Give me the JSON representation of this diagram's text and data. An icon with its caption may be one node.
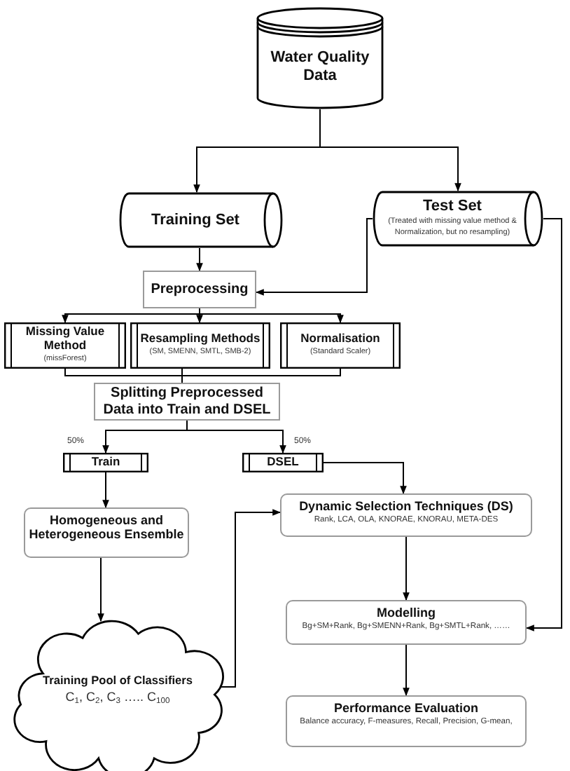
{
  "diagram": {
    "nodes": [
      {
        "text": [
          "Water Quality Data"
        ]
      },
      {
        "text": [
          "Training Set"
        ]
      },
      {
        "text": [
          "Test Set",
          "(Treated with missing value method & Normalization, but no resampling)"
        ]
      },
      {
        "text": [
          "Preprocessing"
        ]
      },
      {
        "text": [
          "Missing Value Method",
          "(missForest)"
        ]
      },
      {
        "text": [
          "Resampling Methods",
          "(SM, SMENN, SMTL, SMB-2)"
        ]
      },
      {
        "text": [
          "Normalisation",
          "(Standard Scaler)"
        ]
      },
      {
        "text": [
          "Splitting Preprocessed Data into Train and DSEL"
        ]
      },
      {
        "text": [
          "Train"
        ]
      },
      {
        "text": [
          "DSEL"
        ]
      },
      {
        "text": [
          "Homogeneous and Heterogeneous Ensemble"
        ]
      },
      {
        "text": [
          "Dynamic Selection Techniques (DS)",
          "Rank, LCA, OLA, KNORAE, KNORAU, META-DES"
        ]
      },
      {
        "text": [
          "Modelling",
          "Bg+SM+Rank, Bg+SMENN+Rank, Bg+SMTL+Rank, ……"
        ]
      },
      {
        "text": [
          "Performance Evaluation",
          "Balance accuracy, F-measures, Recall, Precision, G-mean,"
        ]
      },
      {
        "text": [
          "Training Pool of Classifiers",
          "C$_{1}$, C$_{2}$, C$_{3}$ ….. C$_{100}$"
        ]
      }
    ],
    "edges": [
      {
        "from": 0,
        "to": 1,
        "arrow": "to"
      },
      {
        "from": 0,
        "to": 2,
        "arrow": "to"
      },
      {
        "from": 1,
        "to": 3,
        "arrow": "to"
      },
      {
        "from": 2,
        "to": 3,
        "arrow": "to"
      },
      {
        "from": 3,
        "to": 4,
        "arrow": "to"
      },
      {
        "from": 3,
        "to": 5,
        "arrow": "to"
      },
      {
        "from": 3,
        "to": 6,
        "arrow": "to"
      },
      {
        "from": 4,
        "to": 7,
        "arrow": "none"
      },
      {
        "from": 5,
        "to": 7,
        "arrow": "none"
      },
      {
        "from": 6,
        "to": 7,
        "arrow": "none"
      },
      {
        "from": 7,
        "to": 8,
        "arrow": "to"
      },
      {
        "from": 7,
        "to": 9,
        "arrow": "to"
      },
      {
        "from": 8,
        "to": 10,
        "arrow": "to"
      },
      {
        "from": 9,
        "to": 11,
        "arrow": "to"
      },
      {
        "from": 10,
        "to": 14,
        "arrow": "to"
      },
      {
        "from": 14,
        "to": 11,
        "arrow": "to"
      },
      {
        "from": 2,
        "to": 12,
        "arrow": "to"
      },
      {
        "from": 11,
        "to": 12,
        "arrow": "to"
      },
      {
        "from": 12,
        "to": 13,
        "arrow": "to"
      }
    ],
    "labels": [
      "50%",
      "50%"
    ]
  }
}
